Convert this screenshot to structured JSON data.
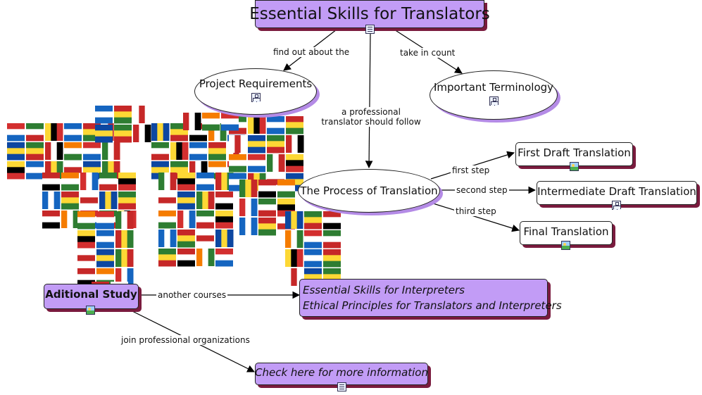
{
  "title": "Essential Skills for Translators",
  "nodes": {
    "project_requirements": "Project Requirements",
    "important_terminology": "Important Terminology",
    "process": "The Process of Translation",
    "first_draft": "First Draft Translation",
    "intermediate_draft": "Intermediate Draft Translation",
    "final_translation": "Final Translation",
    "aditional_study": "Aditional Study",
    "courses_line1": "Essential Skills for Interpreters",
    "courses_line2": "Ethical Principles for Translators and Interpreters",
    "check_here": "Check here for more information"
  },
  "links": {
    "find_out": "find out about the",
    "take_in_count": "take in count",
    "professional_1": "a professional",
    "professional_2": "translator should follow",
    "first_step": "first step",
    "second_step": "second step",
    "third_step": "third step",
    "another_courses": "another courses",
    "join_orgs": "join professional organizations"
  },
  "icons": {
    "title": "document-icon",
    "project_requirements": "concept-map-icon",
    "important_terminology": "concept-map-icon",
    "first_draft": "image-icon",
    "intermediate_draft": "concept-map-icon",
    "final_translation": "image-icon",
    "aditional_study": "image-icon",
    "check_here": "document-icon"
  },
  "colors": {
    "node_purple": "#c29cf6",
    "shadow_maroon": "#7a1b3e",
    "shadow_lavender": "#b48be6"
  }
}
